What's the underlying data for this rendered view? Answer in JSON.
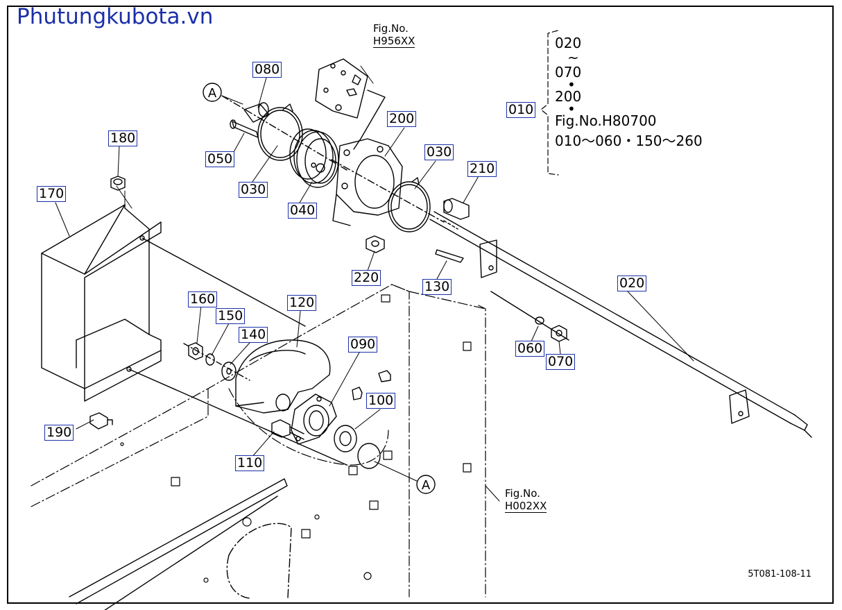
{
  "watermark": "Phutungkubota.vn",
  "drawing_number": "5T081-108-11",
  "assembly": {
    "callout": "010",
    "lines": [
      "020",
      "~",
      "070",
      "•",
      "200",
      "•",
      "Fig.No.H80700",
      "010～060・150～260"
    ]
  },
  "fig_refs": [
    {
      "label": "Fig.No.",
      "code": "H956XX"
    },
    {
      "label": "Fig.No.",
      "code": "H002XX"
    }
  ],
  "markers": [
    "A",
    "A"
  ],
  "parts": [
    "020",
    "030",
    "030",
    "040",
    "050",
    "060",
    "070",
    "080",
    "090",
    "100",
    "110",
    "120",
    "130",
    "140",
    "150",
    "160",
    "170",
    "180",
    "190",
    "200",
    "210",
    "220"
  ],
  "colors": {
    "label_border": "#1a2fa8",
    "watermark": "#1a2fa8",
    "line": "#000000"
  }
}
